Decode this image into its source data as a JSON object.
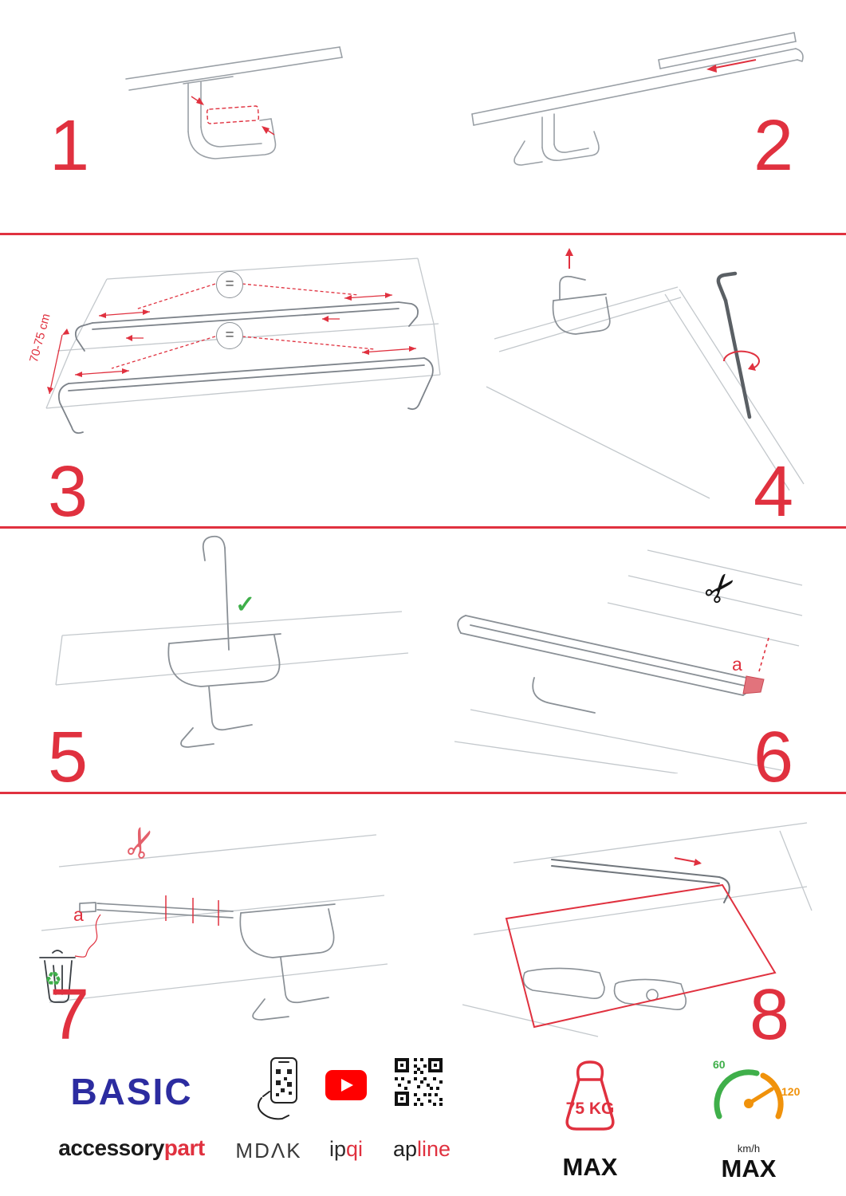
{
  "colors": {
    "accent_red": "#e0313f",
    "brand_blue": "#2c2ca0",
    "green": "#3faf4a",
    "orange": "#f0920b",
    "youtube_red": "#ff0000"
  },
  "icons": {
    "scissors": "✂",
    "check": "✓",
    "recycle": "♻"
  },
  "steps": {
    "s1": {
      "number": "1"
    },
    "s2": {
      "number": "2"
    },
    "s3": {
      "number": "3",
      "measurement": "70-75 cm",
      "equal": "="
    },
    "s4": {
      "number": "4"
    },
    "s5": {
      "number": "5"
    },
    "s6": {
      "number": "6",
      "part_label": "a"
    },
    "s7": {
      "number": "7",
      "part_label": "a"
    },
    "s8": {
      "number": "8"
    }
  },
  "footer": {
    "brand_title": "BASIC",
    "brand_name": {
      "black": "accessory",
      "red": "part"
    },
    "mdak": "MDΛK",
    "ipqi": {
      "black": "ip",
      "red": "qi"
    },
    "apline": {
      "black": "ap",
      "red": "line"
    },
    "weight": {
      "value": "75 KG",
      "max": "MAX"
    },
    "speedometer": {
      "low": "60",
      "high": "120",
      "unit": "km/h",
      "max": "MAX"
    }
  }
}
